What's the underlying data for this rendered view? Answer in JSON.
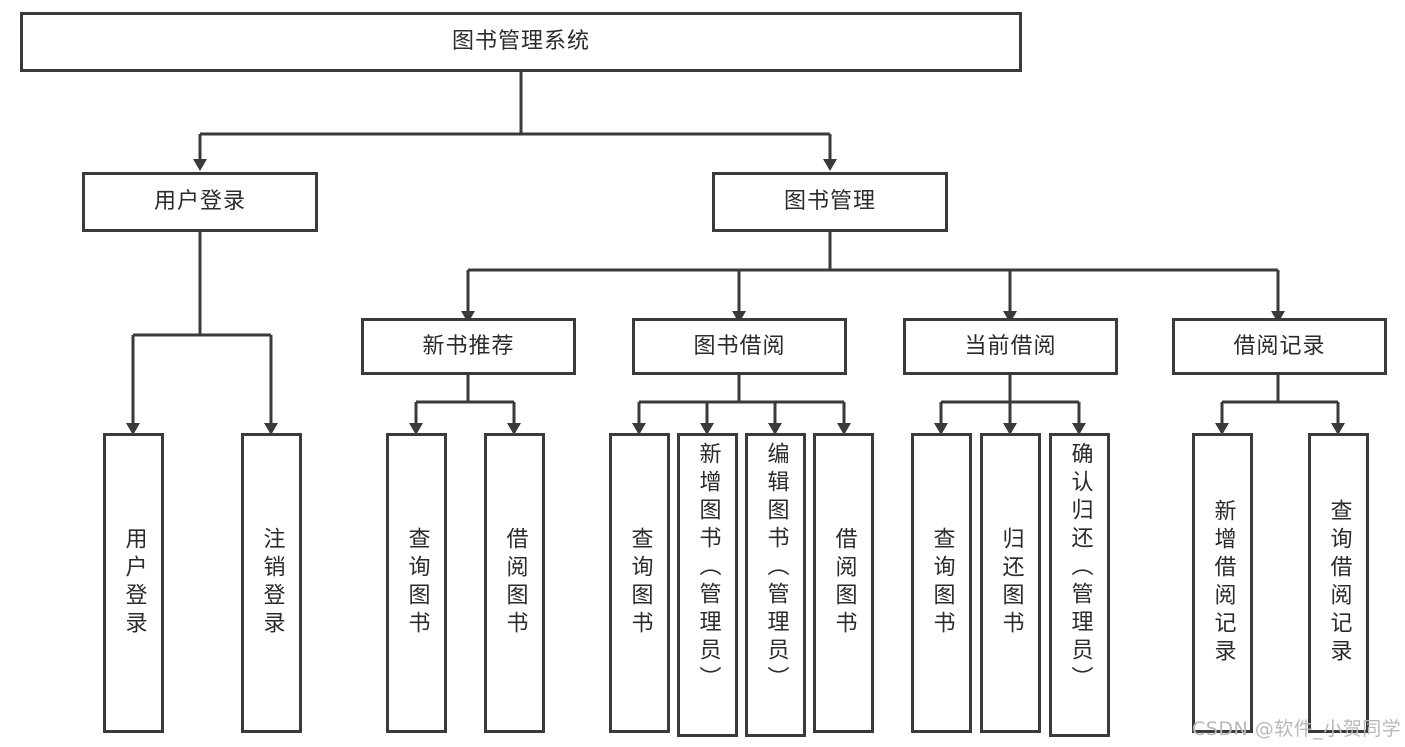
{
  "diagram": {
    "type": "tree",
    "title": "图书管理系统",
    "background_color": "#ffffff",
    "line_color": "#3a3a3a",
    "text_color": "#2b2b2b",
    "root": {
      "label": "图书管理系统",
      "level": 0
    },
    "level1": [
      {
        "label": "用户登录"
      },
      {
        "label": "图书管理"
      }
    ],
    "level2": [
      {
        "label": "新书推荐",
        "parent": "图书管理"
      },
      {
        "label": "图书借阅",
        "parent": "图书管理"
      },
      {
        "label": "当前借阅",
        "parent": "图书管理"
      },
      {
        "label": "借阅记录",
        "parent": "图书管理"
      }
    ],
    "leaves": {
      "user_login": [
        {
          "label": "用户登录"
        },
        {
          "label": "注销登录"
        }
      ],
      "new_book_recommend": [
        {
          "label": "查询图书"
        },
        {
          "label": "借阅图书"
        }
      ],
      "book_borrow": [
        {
          "label": "查询图书"
        },
        {
          "label": "新增图书（管理员）"
        },
        {
          "label": "编辑图书（管理员）"
        },
        {
          "label": "借阅图书"
        }
      ],
      "current_borrow": [
        {
          "label": "查询图书"
        },
        {
          "label": "归还图书"
        },
        {
          "label": "确认归还（管理员）"
        }
      ],
      "borrow_record": [
        {
          "label": "新增借阅记录"
        },
        {
          "label": "查询借阅记录"
        }
      ]
    }
  },
  "watermark": {
    "text": "CSDN @软件_小贺同学"
  }
}
